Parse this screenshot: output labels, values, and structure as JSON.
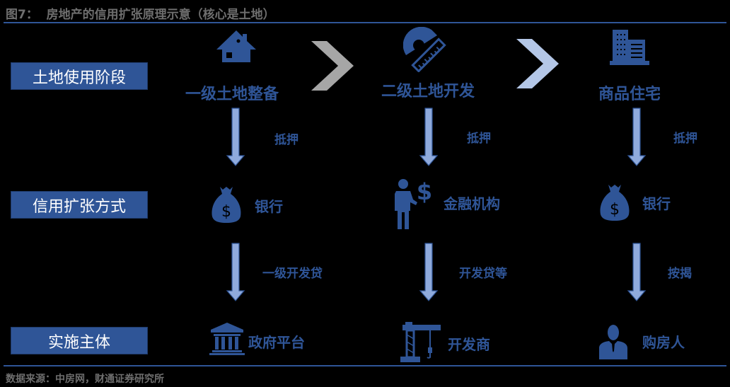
{
  "header": {
    "title": "图7：  房地产的信用扩张原理示意（核心是土地）"
  },
  "rows": [
    {
      "label": "土地使用阶段"
    },
    {
      "label": "信用扩张方式"
    },
    {
      "label": "实施主体"
    }
  ],
  "stages": [
    {
      "label": "一级土地整备",
      "icon": "house-icon"
    },
    {
      "label": "二级土地开发",
      "icon": "protractor-ruler-icon"
    },
    {
      "label": "商品住宅",
      "icon": "building-icon"
    }
  ],
  "arrows_top": [
    {
      "label": "抵押"
    },
    {
      "label": "抵押"
    },
    {
      "label": "抵押"
    }
  ],
  "credit": [
    {
      "label": "银行",
      "icon": "money-bag-icon"
    },
    {
      "label": "金融机构",
      "icon": "businessman-dollar-icon"
    },
    {
      "label": "银行",
      "icon": "money-bag-icon"
    }
  ],
  "arrows_bottom": [
    {
      "label": "一级开发贷"
    },
    {
      "label": "开发贷等"
    },
    {
      "label": "按揭"
    }
  ],
  "entities": [
    {
      "label": "政府平台",
      "icon": "government-building-icon"
    },
    {
      "label": "开发商",
      "icon": "crane-icon"
    },
    {
      "label": "购房人",
      "icon": "person-icon"
    }
  ],
  "footer": {
    "source": "数据来源：中房网，财通证券研究所"
  },
  "colors": {
    "accent": "#2f5597",
    "arrow_fill": "#8faadc",
    "chevron_gray": "#a6a6a6",
    "chevron_light": "#b4c7e7",
    "gray_text": "#6e6e6e"
  }
}
